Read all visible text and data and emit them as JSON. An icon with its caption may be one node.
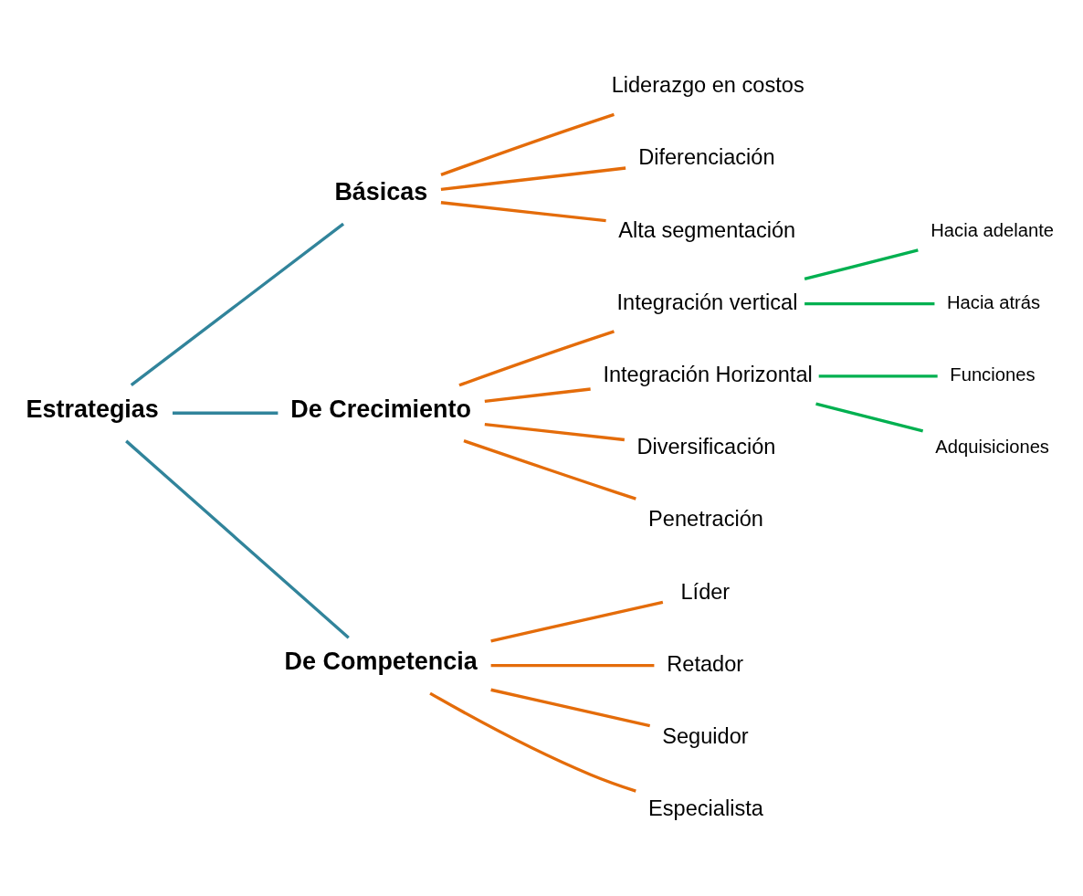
{
  "diagram": {
    "nodes": [
      {
        "text": [
          "Estrategias"
        ]
      },
      {
        "text": [
          "Básicas"
        ]
      },
      {
        "text": [
          "De Crecimiento"
        ]
      },
      {
        "text": [
          "De Competencia"
        ]
      },
      {
        "text": [
          "Liderazgo en costos"
        ]
      },
      {
        "text": [
          "Diferenciación"
        ]
      },
      {
        "text": [
          "Alta segmentación"
        ]
      },
      {
        "text": [
          "Integración vertical"
        ]
      },
      {
        "text": [
          "Integración Horizontal"
        ]
      },
      {
        "text": [
          "Diversificación"
        ]
      },
      {
        "text": [
          "Penetración"
        ]
      },
      {
        "text": [
          "Hacia adelante"
        ]
      },
      {
        "text": [
          "Hacia atrás"
        ]
      },
      {
        "text": [
          "Funciones"
        ]
      },
      {
        "text": [
          "Adquisiciones"
        ]
      },
      {
        "text": [
          "Líder"
        ]
      },
      {
        "text": [
          "Retador"
        ]
      },
      {
        "text": [
          "Seguidor"
        ]
      },
      {
        "text": [
          "Especialista"
        ]
      }
    ],
    "edges": [
      {
        "from": 0,
        "to": 1,
        "arrow": "none",
        "color": "#31849b"
      },
      {
        "from": 0,
        "to": 2,
        "arrow": "none",
        "color": "#31849b"
      },
      {
        "from": 0,
        "to": 3,
        "arrow": "none",
        "color": "#31849b"
      },
      {
        "from": 1,
        "to": 4,
        "arrow": "none"
      },
      {
        "from": 1,
        "to": 5,
        "arrow": "none"
      },
      {
        "from": 1,
        "to": 6,
        "arrow": "none"
      },
      {
        "from": 2,
        "to": 7,
        "arrow": "none"
      },
      {
        "from": 2,
        "to": 8,
        "arrow": "none"
      },
      {
        "from": 2,
        "to": 9,
        "arrow": "none"
      },
      {
        "from": 2,
        "to": 10,
        "arrow": "none"
      },
      {
        "from": 7,
        "to": 11,
        "arrow": "none",
        "color": "#00b050"
      },
      {
        "from": 7,
        "to": 12,
        "arrow": "none",
        "color": "#00b050"
      },
      {
        "from": 8,
        "to": 13,
        "arrow": "none",
        "color": "#00b050"
      },
      {
        "from": 8,
        "to": 14,
        "arrow": "none",
        "color": "#00b050"
      },
      {
        "from": 3,
        "to": 15,
        "arrow": "none"
      },
      {
        "from": 3,
        "to": 16,
        "arrow": "none"
      },
      {
        "from": 3,
        "to": 17,
        "arrow": "none"
      },
      {
        "from": 3,
        "to": 18,
        "arrow": "none"
      }
    ]
  }
}
